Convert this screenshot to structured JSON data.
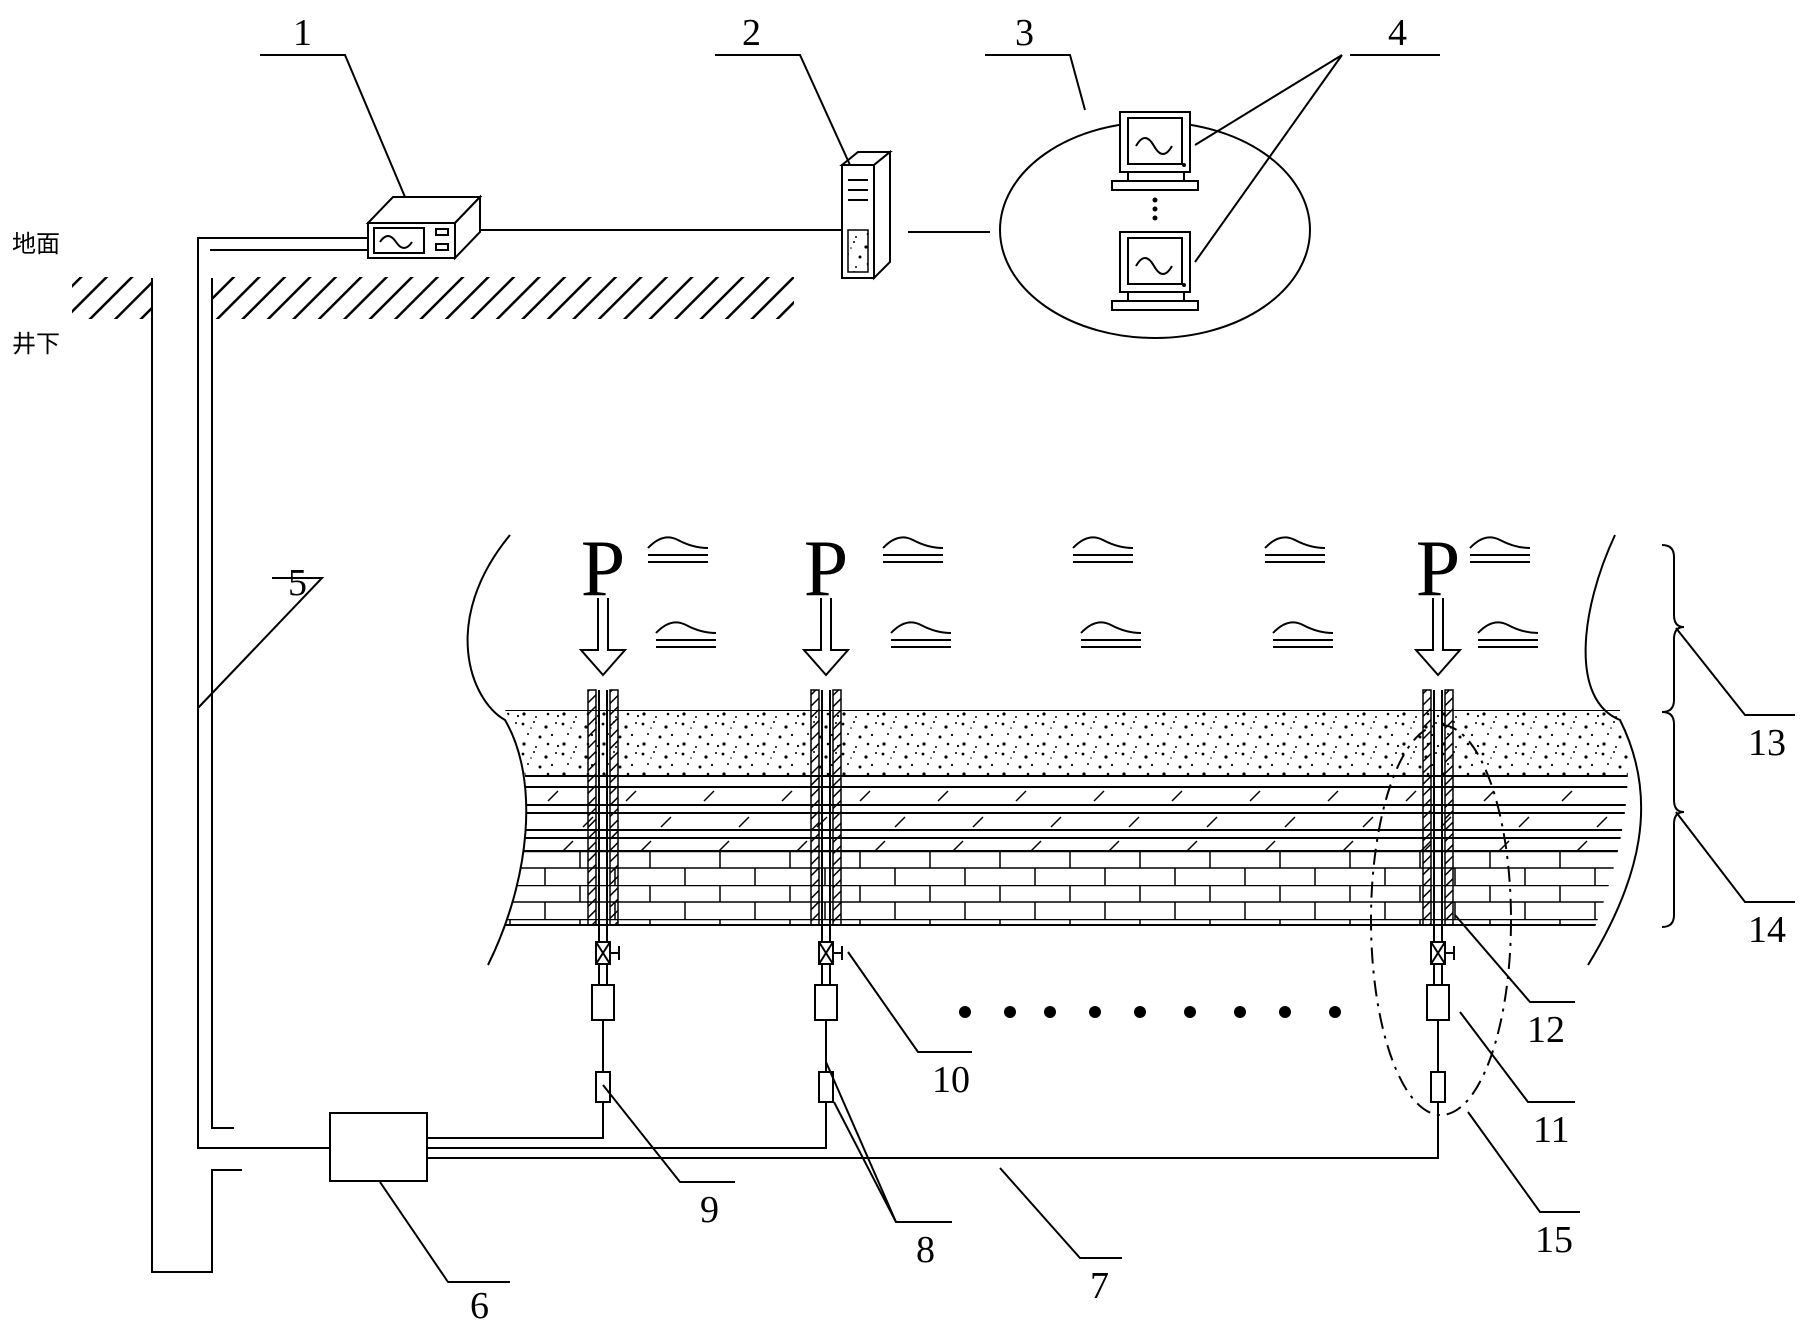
{
  "surface_labels": {
    "ground": "地面",
    "underground": "井下"
  },
  "pressure_symbol": "P",
  "callouts": {
    "n1": "1",
    "n2": "2",
    "n3": "3",
    "n4": "4",
    "n5": "5",
    "n6": "6",
    "n7": "7",
    "n8": "8",
    "n9": "9",
    "n10": "10",
    "n11": "11",
    "n12": "12",
    "n13": "13",
    "n14": "14",
    "n15": "15"
  },
  "colors": {
    "line": "#000000",
    "background": "#ffffff"
  }
}
